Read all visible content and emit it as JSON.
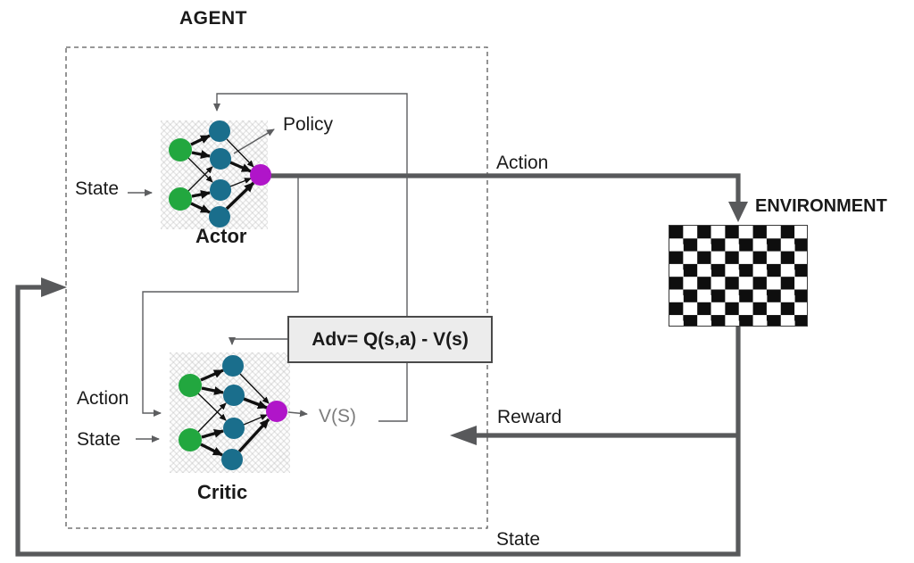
{
  "agent": {
    "title": "AGENT",
    "actor": {
      "label": "Actor",
      "input_label": "State",
      "output_label": "Policy"
    },
    "critic": {
      "label": "Critic",
      "input_action_label": "Action",
      "input_state_label": "State",
      "output_label": "V(S)"
    },
    "advantage_formula": "Adv= Q(s,a) - V(s)"
  },
  "environment": {
    "title": "ENVIRONMENT"
  },
  "flows": {
    "action_label": "Action",
    "reward_label": "Reward",
    "state_label": "State"
  },
  "network": {
    "input_nodes": 2,
    "hidden_nodes": 4,
    "output_nodes": 1
  },
  "colors": {
    "input_node_green": "#22a73f",
    "hidden_node_teal": "#1a6e8c",
    "output_node_magenta": "#b015c9",
    "flow_line_gray": "#58595b",
    "adv_box_bg": "#ececec"
  }
}
